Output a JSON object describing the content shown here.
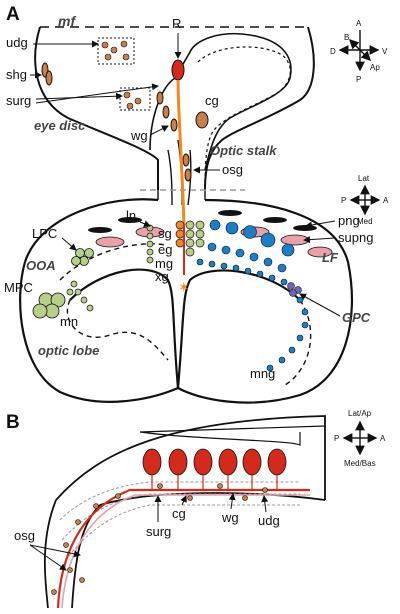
{
  "panels": {
    "a": "A",
    "b": "B"
  },
  "panel_a": {
    "mf": "mf",
    "udg": "udg",
    "shg": "shg",
    "surg": "surg",
    "eye_disc": "eye disc",
    "R": "R",
    "cg": "cg",
    "wg": "wg",
    "optic_stalk": "Optic stalk",
    "osg": "osg",
    "ln": "ln",
    "LPC": "LPC",
    "OOA": "OOA",
    "MPC": "MPC",
    "mn": "mn",
    "optic_lobe": "optic lobe",
    "sg": "sg",
    "eg": "eg",
    "mg": "mg",
    "xg": "xg",
    "png": "png",
    "supng": "supng",
    "LF": "LF",
    "GPC": "GPC",
    "mng": "mng"
  },
  "axes_top": {
    "A": "A",
    "B": "B",
    "D": "D",
    "V": "V",
    "Ap": "Ap",
    "P": "P"
  },
  "axes_mid": {
    "Lat": "Lat",
    "P": "P",
    "A": "A",
    "Med": "Med"
  },
  "axes_b": {
    "top": "Lat/Ap",
    "P": "P",
    "A": "A",
    "bottom": "Med/Bas"
  },
  "panel_b": {
    "osg": "osg",
    "surg": "surg",
    "cg": "cg",
    "wg": "wg",
    "udg": "udg"
  },
  "colors": {
    "red": "#d42a1c",
    "orange": "#f08a1e",
    "blue": "#1b7fc7",
    "cg": "#c8804a",
    "green": "#b7cf8a",
    "pink": "#e9a0a6"
  }
}
